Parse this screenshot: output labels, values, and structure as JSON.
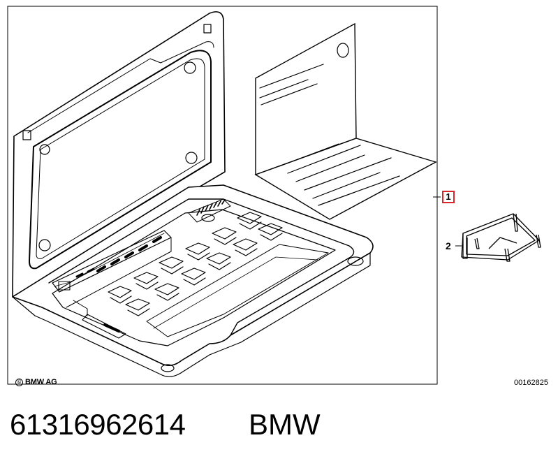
{
  "callouts": {
    "item_1": "1",
    "item_2": "2"
  },
  "footer": {
    "copyright_symbol": "©",
    "copyright_text": "BMW AG",
    "image_number": "00162825"
  },
  "caption": {
    "part_number": "61316962614",
    "brand": "BMW"
  },
  "colors": {
    "line": "#000000",
    "callout_box": "#d9262c",
    "background": "#ffffff"
  }
}
